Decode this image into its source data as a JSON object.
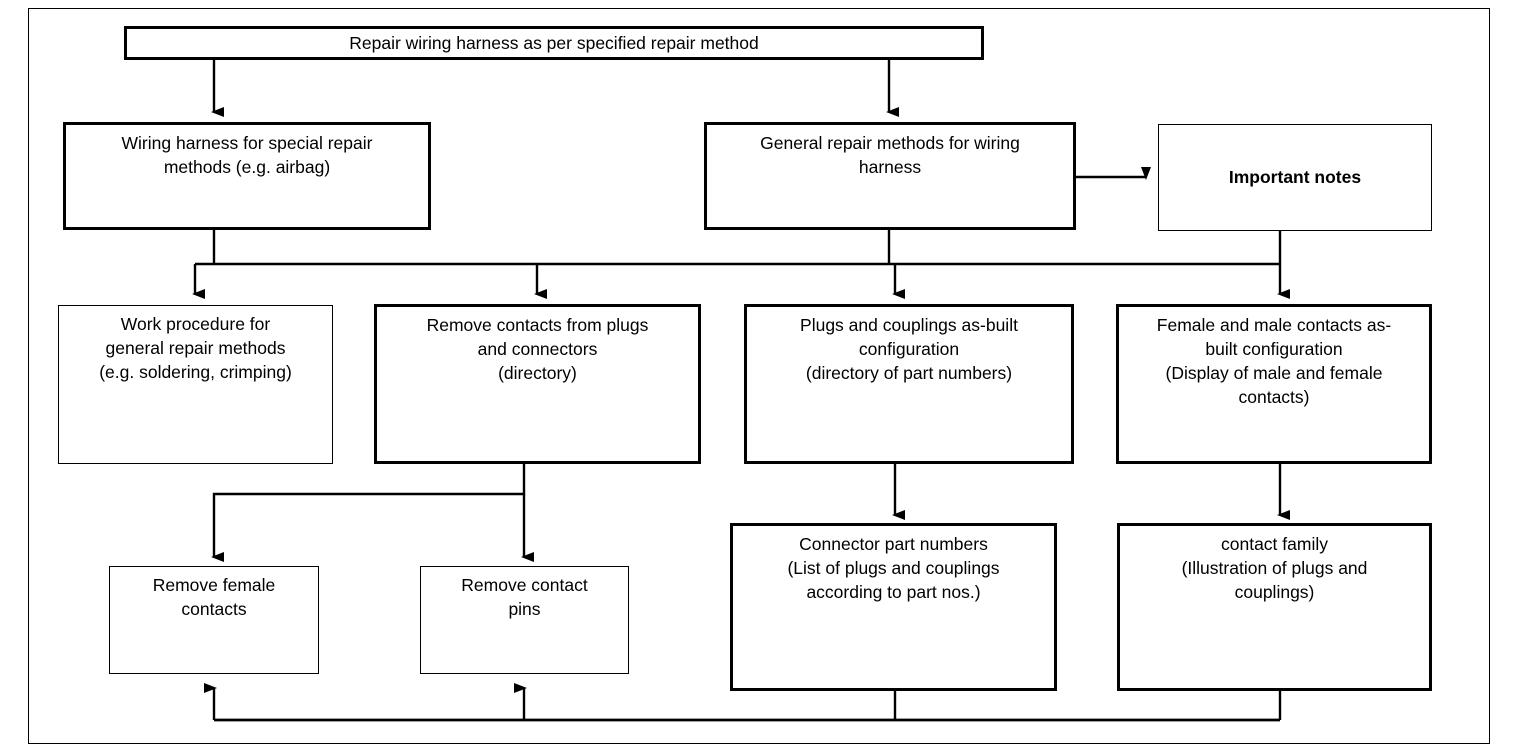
{
  "diagram": {
    "title": "Wiring harness repair method flowchart",
    "background": "#ffffff",
    "line_color": "#000000",
    "nodes": {
      "root": {
        "label": "Repair wiring harness as per specified repair method"
      },
      "special_methods": {
        "label": "Wiring harness for special repair\nmethods (e.g. airbag)"
      },
      "general_methods": {
        "label": "General repair methods for wiring\nharness"
      },
      "important_notes": {
        "label": "Important notes"
      },
      "work_procedure": {
        "label": "Work procedure for\ngeneral repair methods\n(e.g. soldering, crimping)"
      },
      "remove_contacts": {
        "label": "Remove contacts from plugs\nand connectors\n(directory)"
      },
      "plugs_couplings": {
        "label": "Plugs and couplings as-built\nconfiguration\n(directory of part numbers)"
      },
      "female_male": {
        "label": "Female and male contacts as-\nbuilt configuration\n(Display of male and female\ncontacts)"
      },
      "remove_female": {
        "label": "Remove female\ncontacts"
      },
      "remove_pins": {
        "label": "Remove contact\npins"
      },
      "connector_numbers": {
        "label": "Connector part numbers\n(List of plugs and couplings\naccording to part nos.)"
      },
      "contact_family": {
        "label": "contact family\n(Illustration of plugs and\ncouplings)"
      }
    },
    "edges": [
      {
        "from": "root",
        "to": "special_methods",
        "kind": "arrow-down"
      },
      {
        "from": "root",
        "to": "general_methods",
        "kind": "arrow-down"
      },
      {
        "from": "general_methods",
        "to": "important_notes",
        "kind": "arrow-right"
      },
      {
        "from": "special_methods",
        "to": "bus-row3",
        "kind": "line-down"
      },
      {
        "from": "general_methods",
        "to": "bus-row3",
        "kind": "line-down"
      },
      {
        "from": "important_notes",
        "to": "female_male",
        "kind": "arrow-down"
      },
      {
        "from": "bus-row3",
        "to": "work_procedure",
        "kind": "arrow-down"
      },
      {
        "from": "bus-row3",
        "to": "remove_contacts",
        "kind": "arrow-down"
      },
      {
        "from": "bus-row3",
        "to": "plugs_couplings",
        "kind": "arrow-down"
      },
      {
        "from": "remove_contacts",
        "to": "remove_female",
        "kind": "arrow-down-elbow"
      },
      {
        "from": "remove_contacts",
        "to": "remove_pins",
        "kind": "arrow-down"
      },
      {
        "from": "plugs_couplings",
        "to": "connector_numbers",
        "kind": "arrow-down"
      },
      {
        "from": "female_male",
        "to": "contact_family",
        "kind": "arrow-down"
      },
      {
        "from": "connector_numbers",
        "to": "bottom-bus",
        "kind": "line-down"
      },
      {
        "from": "contact_family",
        "to": "bottom-bus",
        "kind": "line-down"
      },
      {
        "from": "bottom-bus",
        "to": "remove_female",
        "kind": "arrow-up"
      },
      {
        "from": "bottom-bus",
        "to": "remove_pins",
        "kind": "arrow-up"
      }
    ]
  }
}
